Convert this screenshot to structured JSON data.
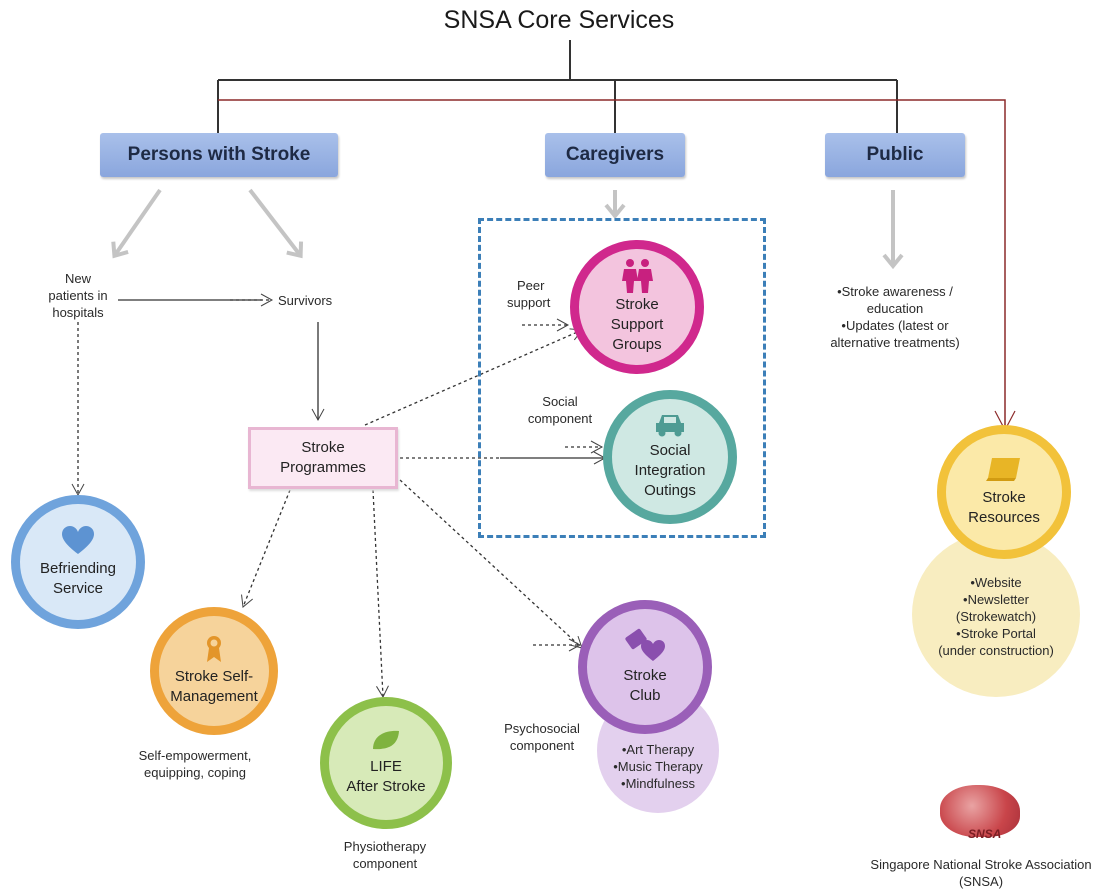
{
  "title": "SNSA Core Services",
  "categories": {
    "persons": "Persons with Stroke",
    "caregivers": "Caregivers",
    "public": "Public"
  },
  "persons": {
    "new_patients": [
      "New",
      "patients in",
      "hospitals"
    ],
    "survivors": "Survivors"
  },
  "programmes": [
    "Stroke",
    "Programmes"
  ],
  "befriending": [
    "Befriending",
    "Service"
  ],
  "support_groups": [
    "Stroke",
    "Support",
    "Groups"
  ],
  "peer_support": [
    "Peer",
    "support"
  ],
  "social_component": [
    "Social",
    "component"
  ],
  "social_outings": [
    "Social",
    "Integration",
    "Outings"
  ],
  "public_text": [
    "•Stroke awareness /",
    "education",
    "•Updates (latest or",
    "alternative treatments)"
  ],
  "resources": [
    "Stroke",
    "Resources"
  ],
  "resources_list": [
    "•Website",
    "•Newsletter",
    "(Strokewatch)",
    "•Stroke Portal",
    "(under construction)"
  ],
  "self_management": [
    "Stroke Self-",
    "Management"
  ],
  "self_management_note": [
    "Self-empowerment,",
    "equipping, coping"
  ],
  "life": [
    "LIFE",
    "After Stroke"
  ],
  "physio": [
    "Physiotherapy",
    "component"
  ],
  "club": [
    "Stroke",
    "Club"
  ],
  "psychosocial": [
    "Psychosocial",
    "component"
  ],
  "club_list": [
    "•Art Therapy",
    "•Music Therapy",
    "•Mindfulness"
  ],
  "logo": {
    "mark": "SNSA",
    "caption": [
      "Singapore National Stroke Association",
      "(SNSA)"
    ]
  },
  "colors": {
    "category_box": "#9bb3e4",
    "befriending": "#6fa3dc",
    "support_groups": "#d0288d",
    "social_outings": "#57a89f",
    "resources": "#f2c23a",
    "self_management": "#eea33a",
    "life": "#8dc04a",
    "club": "#9a5fb8",
    "frame": "#3c7fb8",
    "red_line": "#8c2a2a"
  }
}
